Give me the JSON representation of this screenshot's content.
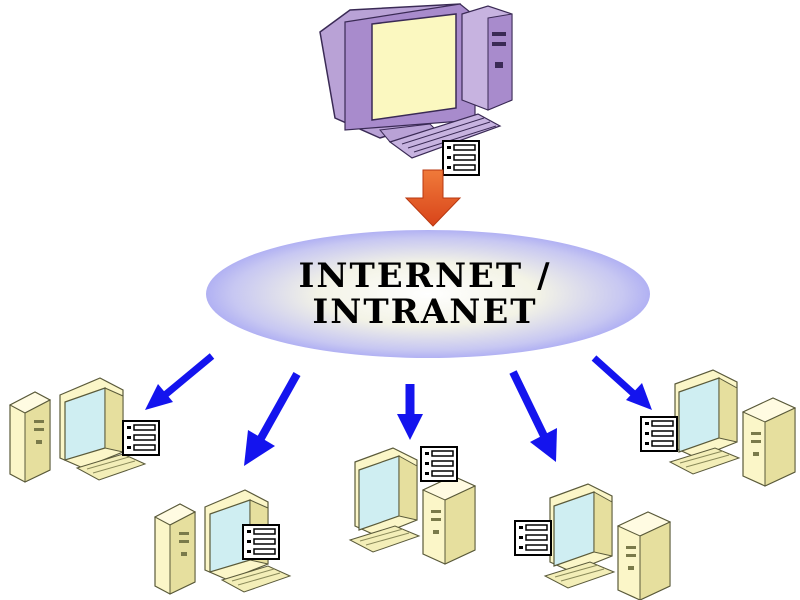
{
  "network": {
    "label_line1": "INTERNET /",
    "label_line2": "INTRANET"
  },
  "colors": {
    "server_body": "#b9a2d6",
    "server_screen": "#fbf8c0",
    "client_body": "#fbf6c8",
    "client_screen": "#cfeef2",
    "down_arrow": "#e8541f",
    "client_arrows": "#1414ee",
    "ellipse_center": "#f7f7e6",
    "ellipse_edge": "#a4a4f6"
  },
  "nodes": {
    "server": "server-computer",
    "clients": [
      "client-computer",
      "client-computer",
      "client-computer",
      "client-computer",
      "client-computer"
    ]
  }
}
